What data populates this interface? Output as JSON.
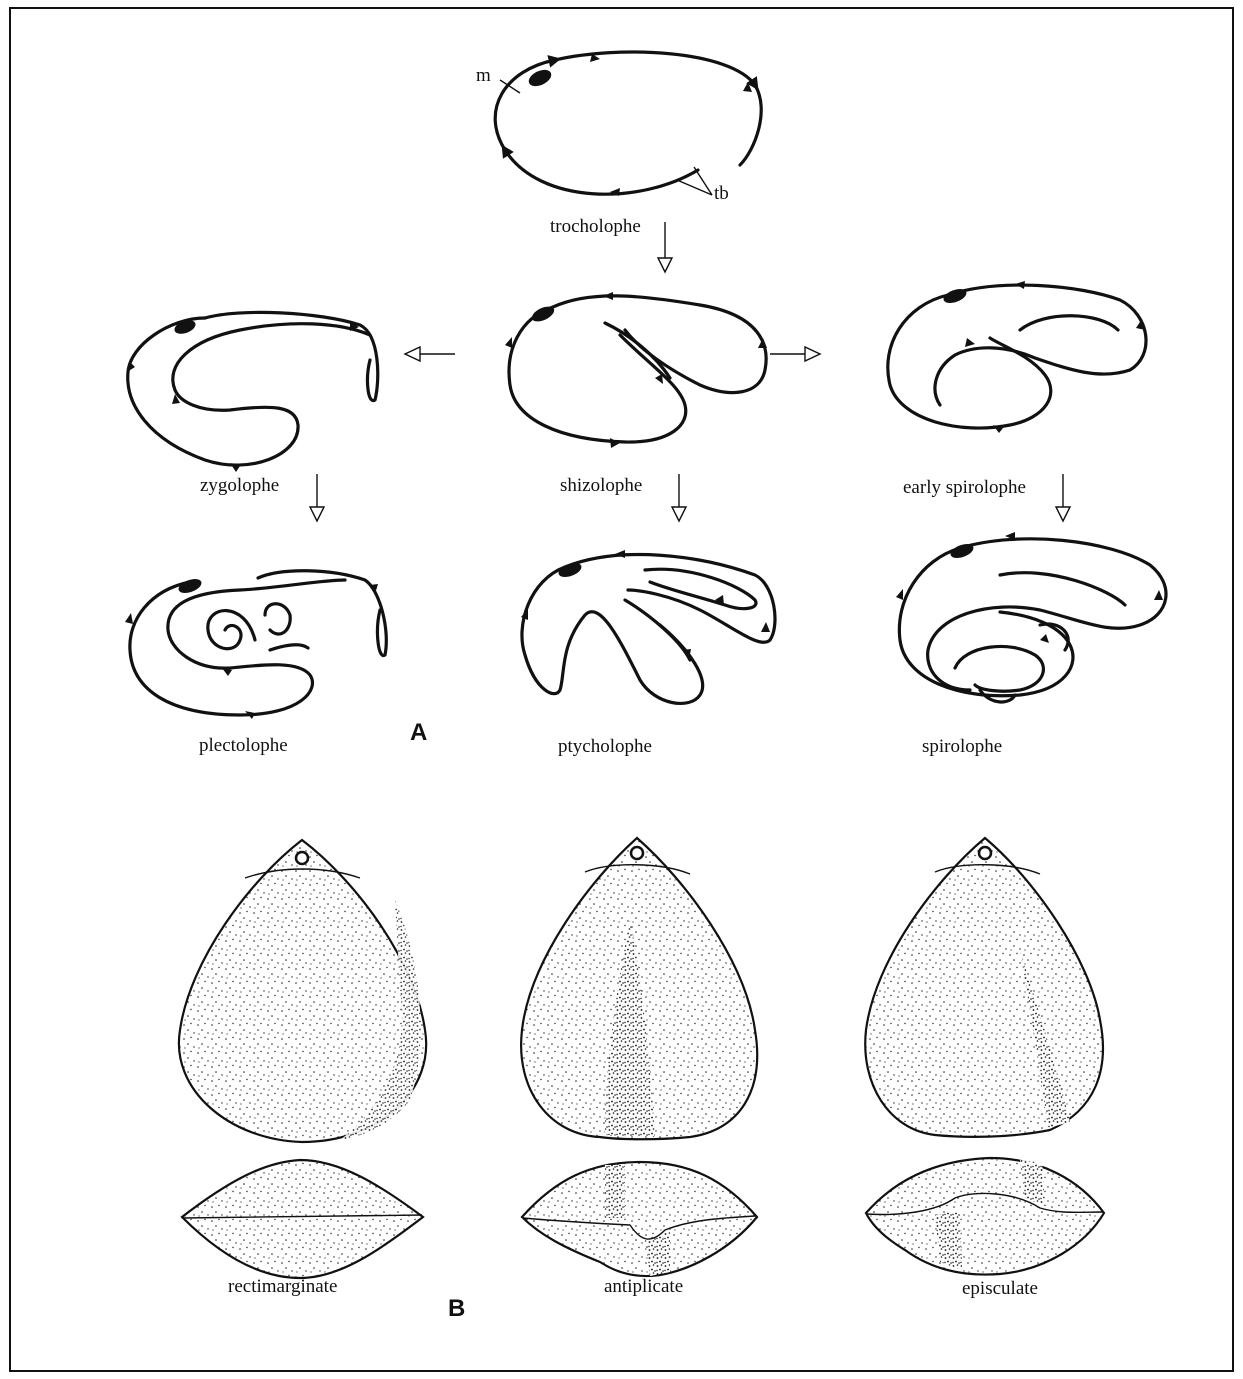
{
  "panel_a": {
    "letter": "A",
    "markers": {
      "mouth": "m",
      "tentacle_bases": "tb"
    },
    "labels": {
      "trocholophe": "trocholophe",
      "zygolophe": "zygolophe",
      "shizolophe": "shizolophe",
      "early_spirolophe": "early spirolophe",
      "plectolophe": "plectolophe",
      "ptycholophe": "ptycholophe",
      "spirolophe": "spirolophe"
    }
  },
  "panel_b": {
    "letter": "B",
    "labels": {
      "rectimarginate": "rectimarginate",
      "antiplicate": "antiplicate",
      "episculate": "episculate"
    }
  }
}
